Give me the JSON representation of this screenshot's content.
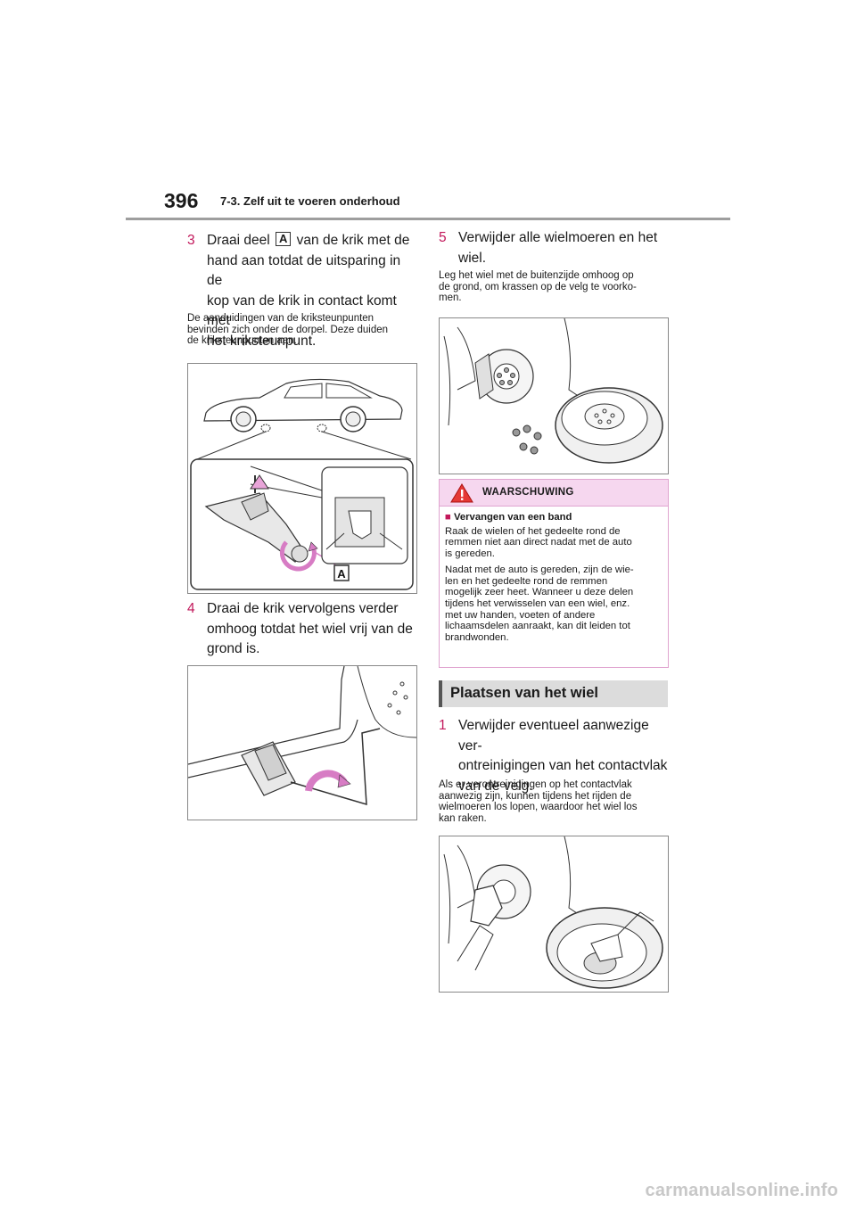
{
  "header": {
    "page_number": "396",
    "section_title": "7-3. Zelf uit te voeren onderhoud"
  },
  "left_column": {
    "step3": {
      "number": "3",
      "text_before": "Draai deel",
      "label_a": "A",
      "text_after": "van de krik met de",
      "line2": "hand aan totdat de uitsparing in de",
      "line3": "kop van de krik in contact komt met",
      "line4": "het kriksteunpunt."
    },
    "note1": [
      "De aanduidingen van de kriksteunpunten",
      "bevinden zich onder de dorpel. Deze duiden",
      "de kriksteunpunten aan."
    ],
    "figure1_callout": "A",
    "step4": {
      "number": "4",
      "lines": [
        "Draai de krik vervolgens verder",
        "omhoog totdat het wiel vrij van de",
        "grond is."
      ]
    }
  },
  "right_column": {
    "step5": {
      "number": "5",
      "lines": [
        "Verwijder alle wielmoeren en het",
        "wiel."
      ]
    },
    "note2": [
      "Leg het wiel met de buitenzijde omhoog op",
      "de grond, om krassen op de velg te voorko-",
      "men."
    ],
    "warning": {
      "title": "WAARSCHUWING",
      "subtitle_marker": "■",
      "subtitle": "Vervangen van een band",
      "paragraphs": [
        [
          "Raak de wielen of het gedeelte rond de",
          "remmen niet aan direct nadat met de auto",
          "is gereden."
        ],
        [
          "Nadat met de auto is gereden, zijn de wie-",
          "len en het gedeelte rond de remmen",
          "mogelijk zeer heet. Wanneer u deze delen",
          "tijdens het verwisselen van een wiel, enz.",
          "met uw handen, voeten of andere",
          "lichaamsdelen aanraakt, kan dit leiden tot",
          "brandwonden."
        ]
      ]
    },
    "banner_title": "Plaatsen van het wiel",
    "step1": {
      "number": "1",
      "lines": [
        "Verwijder eventueel aanwezige ver-",
        "ontreinigingen van het contactvlak",
        "van de velg."
      ]
    },
    "note3": [
      "Als er verontreinigingen op het contactvlak",
      "aanwezig zijn, kunnen tijdens het rijden de",
      "wielmoeren los lopen, waardoor het wiel los",
      "kan raken."
    ]
  },
  "footer": {
    "watermark": "carmanualsonline.info"
  },
  "colors": {
    "accent": "#c2185b",
    "warning_bg": "#f6d7ef",
    "banner_bg": "#dcdcdc"
  }
}
